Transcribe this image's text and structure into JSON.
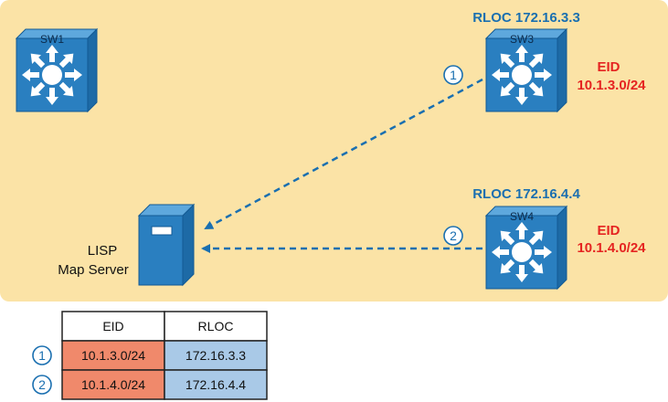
{
  "devices": {
    "sw1": {
      "name": "SW1"
    },
    "sw3": {
      "name": "SW3",
      "rloc": "RLOC 172.16.3.3",
      "eid_label": "EID",
      "eid_prefix": "10.1.3.0/24"
    },
    "sw4": {
      "name": "SW4",
      "rloc": "RLOC 172.16.4.4",
      "eid_label": "EID",
      "eid_prefix": "10.1.4.0/24"
    },
    "map_server": {
      "line1": "LISP",
      "line2": "Map Server"
    }
  },
  "steps": [
    "1",
    "2"
  ],
  "table": {
    "headers": [
      "EID",
      "RLOC"
    ],
    "rows": [
      {
        "step": "1",
        "eid": "10.1.3.0/24",
        "rloc": "172.16.3.3"
      },
      {
        "step": "2",
        "eid": "10.1.4.0/24",
        "rloc": "172.16.4.4"
      }
    ]
  },
  "colors": {
    "background_area": "#fbe3a6",
    "switch_blue": "#2a7fc0",
    "rloc_blue": "#1a6fb0",
    "eid_red": "#e52421",
    "eid_cell": "#f0896b",
    "rloc_cell": "#a9c9e7"
  }
}
